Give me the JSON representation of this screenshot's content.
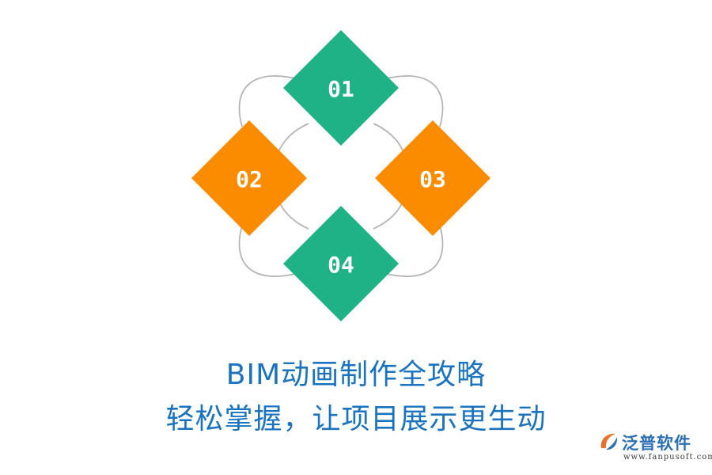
{
  "diagram": {
    "nodes": [
      {
        "label": "01",
        "color": "#1fb287"
      },
      {
        "label": "02",
        "color": "#fb8c00"
      },
      {
        "label": "03",
        "color": "#fb8c00"
      },
      {
        "label": "04",
        "color": "#1fb287"
      }
    ],
    "connector_color": "#b5b5b5",
    "label_color": "#ffffff"
  },
  "title": {
    "line1": "BIM动画制作全攻略",
    "line2": "轻松掌握，让项目展示更生动",
    "color": "#1a73c0"
  },
  "logo": {
    "name": "泛普软件",
    "url": "www.fanpusoft.com",
    "name_color": "#2b6fb5",
    "url_color": "#3a3a3a",
    "mark_colors": [
      "#e8702a",
      "#2b6fb5"
    ]
  }
}
